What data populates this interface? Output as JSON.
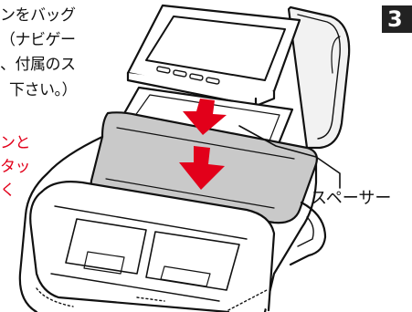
{
  "instructions": {
    "lines": [
      "ンをバッグ",
      "（ナビゲー",
      "、付属のス",
      "下さい。）"
    ],
    "warning_lines": [
      "ンと",
      "タッ",
      "く"
    ]
  },
  "step": {
    "number": "3"
  },
  "illustration": {
    "spacer_label": "スペーサー",
    "arrow_color": "#e2001a",
    "spacer_fill": "#c9c9c9",
    "icons": [
      "navigation-unit-icon",
      "spacer-plate-icon",
      "bag-icon",
      "down-arrow-icon"
    ]
  }
}
